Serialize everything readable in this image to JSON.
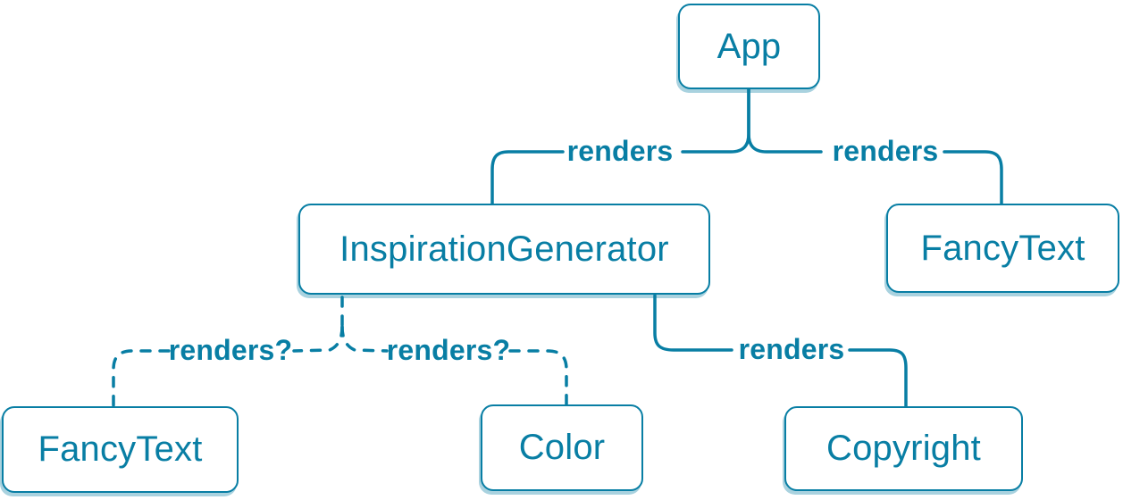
{
  "diagram": {
    "type": "component-render-tree",
    "colors": {
      "accent": "#087ea4",
      "background": "#ffffff",
      "node_fill": "#ffffff",
      "node_shadow": "rgba(8,126,164,0.35)"
    },
    "nodes": [
      {
        "id": "app",
        "label": "App"
      },
      {
        "id": "inspiration-generator",
        "label": "InspirationGenerator"
      },
      {
        "id": "fancy-text-top",
        "label": "FancyText"
      },
      {
        "id": "fancy-text-bottom",
        "label": "FancyText"
      },
      {
        "id": "color",
        "label": "Color"
      },
      {
        "id": "copyright",
        "label": "Copyright"
      }
    ],
    "edges": [
      {
        "from": "App",
        "to": "InspirationGenerator",
        "label": "renders",
        "style": "solid"
      },
      {
        "from": "App",
        "to": "FancyText",
        "label": "renders",
        "style": "solid"
      },
      {
        "from": "InspirationGenerator",
        "to": "FancyText",
        "label": "renders?",
        "style": "dashed"
      },
      {
        "from": "InspirationGenerator",
        "to": "Color",
        "label": "renders?",
        "style": "dashed"
      },
      {
        "from": "InspirationGenerator",
        "to": "Copyright",
        "label": "renders",
        "style": "solid"
      }
    ]
  }
}
